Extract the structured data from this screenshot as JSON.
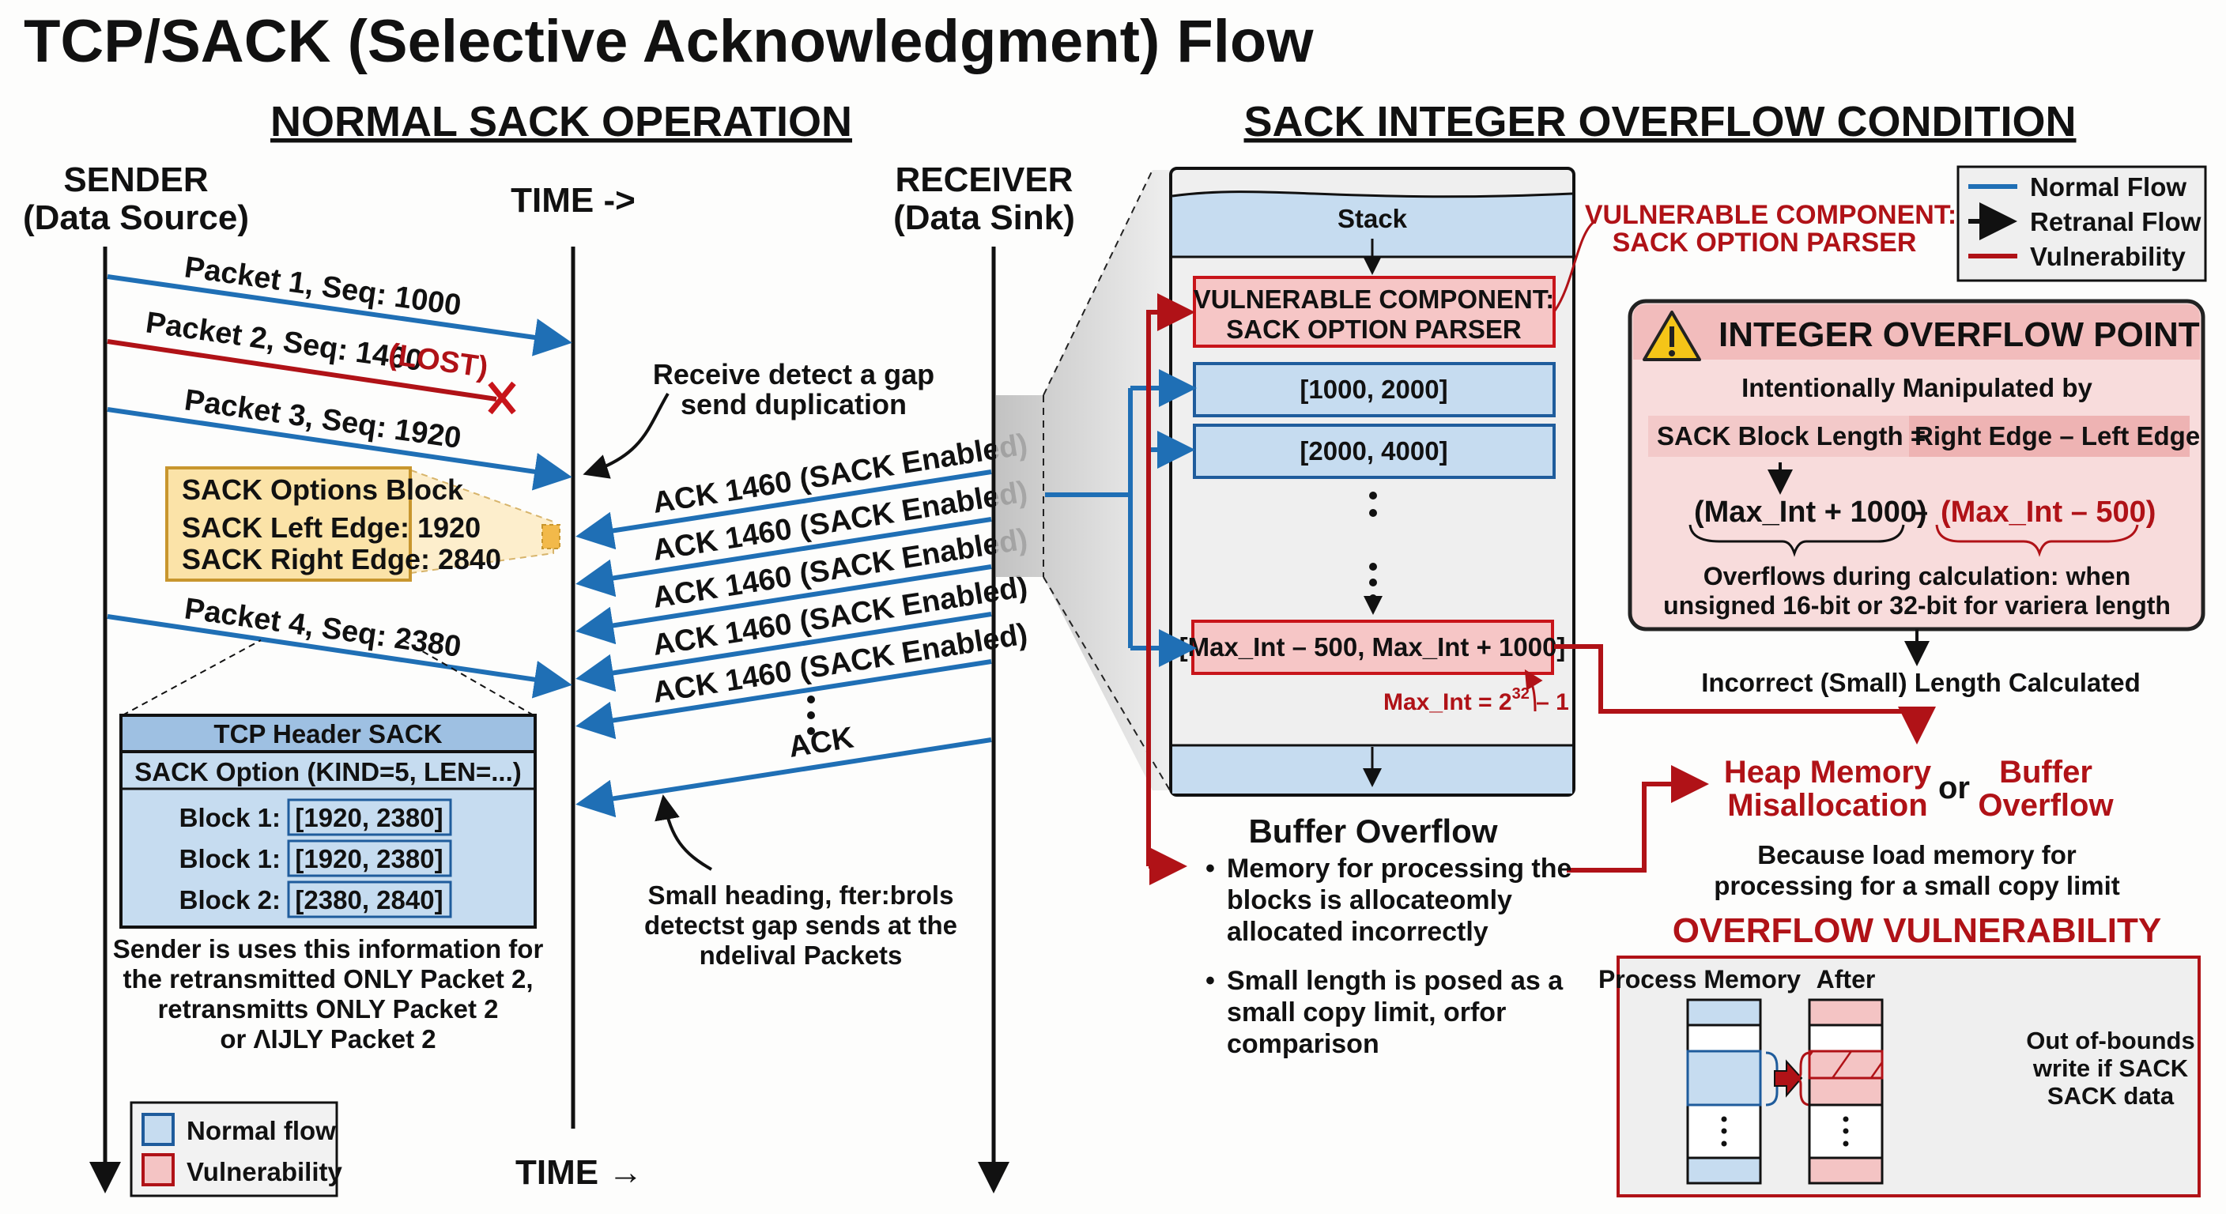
{
  "title": "TCP/SACK (Selective Acknowledgment) Flow",
  "left": {
    "section_title": "NORMAL SACK OPERATION",
    "sender": {
      "line1": "SENDER",
      "line2": "(Data Source)"
    },
    "time_top": "TIME ->",
    "time_bottom": "TIME →",
    "receiver": {
      "line1": "RECEIVER",
      "line2": "(Data Sink)"
    },
    "packets": [
      {
        "label": "Packet 1, Seq: 1000",
        "status": ""
      },
      {
        "label": "Packet 2, Seq: 1460",
        "status": "(LOST)"
      },
      {
        "label": "Packet 3, Seq: 1920",
        "status": ""
      },
      {
        "label": "Packet 4, Seq: 2380",
        "status": ""
      }
    ],
    "gap_note": [
      "Receive detect a gap",
      "send duplication"
    ],
    "acks": [
      "ACK 1460 (SACK Enabled)",
      "ACK 1460 (SACK Enabled)",
      "ACK 1460 (SACK Enabled)",
      "ACK 1460 (SACK Enabled)",
      "ACK 1460 (SACK Enabled)"
    ],
    "final_ack": "ACK",
    "sack_options": {
      "title": "SACK Options Block",
      "left_edge": "SACK Left Edge: 1920",
      "right_edge": "SACK Right Edge: 2840"
    },
    "tcp_header": {
      "title": "TCP Header SACK",
      "option": "SACK Option (KIND=5, LEN=...)",
      "blocks": [
        {
          "label": "Block 1:",
          "range": "[1920, 2380]"
        },
        {
          "label": "Block 1:",
          "range": "[1920, 2380]"
        },
        {
          "label": "Block 2:",
          "range": "[2380, 2840]"
        }
      ]
    },
    "sender_note": [
      "Sender is uses this information for",
      "the retransmitted ONLY Packet 2,",
      "retransmitts ONLY Packet 2",
      "or ΛIJLY Packet 2"
    ],
    "small_note": [
      "Small heading, fter:brols",
      "detectst gap sends at the",
      "ndelival Packets"
    ],
    "legend": [
      {
        "label": "Normal flow",
        "color": "#c6dcf0",
        "border": "#1f5c9c"
      },
      {
        "label": "Vulnerability",
        "color": "#f4c4c4",
        "border": "#b01217"
      }
    ]
  },
  "right": {
    "section_title": "SACK INTEGER OVERFLOW CONDITION",
    "stack": {
      "label": "Stack",
      "vuln_box": [
        "VULNERABLE COMPONENT:",
        "SACK OPTION PARSER"
      ],
      "blocks": [
        "[1000, 2000]",
        "[2000, 4000]"
      ],
      "overflow_block": "[Max_Int – 500, Max_Int + 1000]",
      "max_int_note": {
        "base": "Max_Int = 2",
        "exp": "32",
        "tail": " – 1"
      }
    },
    "vuln_callout": [
      "VULNERABLE COMPONENT:",
      "SACK OPTION PARSER"
    ],
    "legend": [
      {
        "label": "Normal Flow",
        "icon": "blue-line"
      },
      {
        "label": "Retranal Flow",
        "icon": "black-arrow"
      },
      {
        "label": "Vulnerability",
        "icon": "red-line"
      }
    ],
    "overflow_point": {
      "title": "INTEGER OVERFLOW POINT",
      "subtitle": "Intentionally Manipulated by",
      "formula_left": "SACK Block Length =",
      "formula_right": "Right Edge – Left Edge",
      "expr_a": "(Max_Int + 1000)",
      "expr_op": "–",
      "expr_b": "(Max_Int – 500)",
      "note": [
        "Overflows during calculation: when",
        "unsigned 16-bit or 32-bit for variera length"
      ]
    },
    "incorrect_length": "Incorrect (Small) Length Calculated",
    "heap": [
      "Heap Memory",
      "Misallocation"
    ],
    "or": "or",
    "buffer": [
      "Buffer",
      "Overflow"
    ],
    "because": [
      "Because load memory for",
      "processing for a small copy limit"
    ],
    "overflow_vuln_title": "OVERFLOW VULNERABILITY",
    "buffer_overflow": {
      "title": "Buffer Overflow",
      "bullets": [
        [
          "Memory for processing the",
          "blocks is allocateomly",
          "allocated incorrectly"
        ],
        [
          "Small length is posed as a",
          "small copy limit, orfor",
          "comparison"
        ]
      ]
    },
    "memory_panel": {
      "before_label": "Process Memory",
      "after_label": "After",
      "note": [
        "Out of-bounds",
        "write if SACK",
        "SACK data"
      ]
    }
  },
  "colors": {
    "blue": "#1f6fb5",
    "red": "#b01217",
    "light_blue": "#c6dcf0",
    "light_red": "#f4c4c4",
    "yellow": "#fbe3a8"
  }
}
